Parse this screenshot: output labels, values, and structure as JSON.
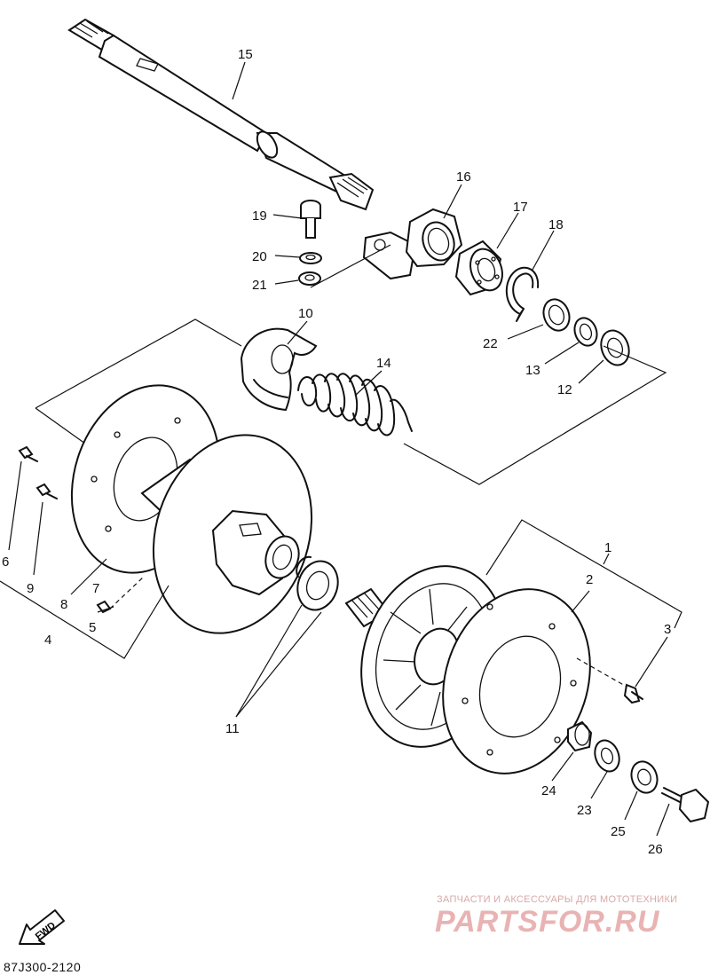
{
  "diagram": {
    "callouts": {
      "c1": "1",
      "c2": "2",
      "c3": "3",
      "c4": "4",
      "c5": "5",
      "c6": "6",
      "c7": "7",
      "c8": "8",
      "c9": "9",
      "c10": "10",
      "c11": "11",
      "c12": "12",
      "c13": "13",
      "c14": "14",
      "c15": "15",
      "c16": "16",
      "c17": "17",
      "c18": "18",
      "c19": "19",
      "c20": "20",
      "c21": "21",
      "c22": "22",
      "c23": "23",
      "c24": "24",
      "c25": "25",
      "c26": "26"
    },
    "fwd_label": "FWD",
    "figure_code": "87J300-2120"
  },
  "watermark": {
    "tagline": "ЗАПЧАСТИ И АКСЕССУАРЫ ДЛЯ МОТОТЕХНИКИ",
    "brand": "PARTSFOR.RU",
    "brand_color": "#e9b3b3"
  }
}
